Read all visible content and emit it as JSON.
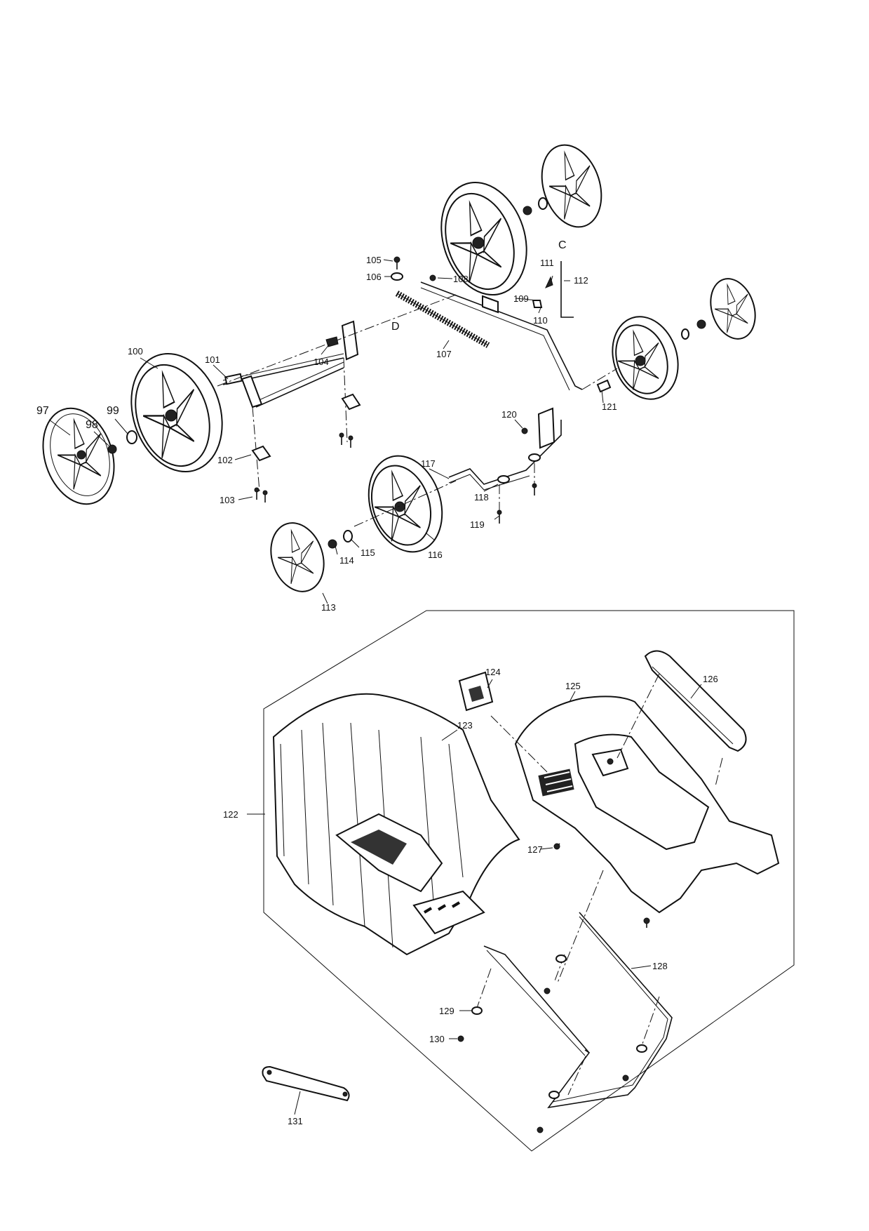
{
  "labels": {
    "p97": "97",
    "p98": "98",
    "p99": "99",
    "p100": "100",
    "p101": "101",
    "p102": "102",
    "p103": "103",
    "p104": "104",
    "p105": "105",
    "p106": "106",
    "p107": "107",
    "p108": "108",
    "p109": "109",
    "p110": "110",
    "p111": "111",
    "p112": "112",
    "p113": "113",
    "p114": "114",
    "p115": "115",
    "p116": "116",
    "p117": "117",
    "p118": "118",
    "p119": "119",
    "p120": "120",
    "p121": "121",
    "p122": "122",
    "p123": "123",
    "p124": "124",
    "p125": "125",
    "p126": "126",
    "p127": "127",
    "p128": "128",
    "p129": "129",
    "p130": "130",
    "p131": "131",
    "refC": "C",
    "refD": "D"
  }
}
